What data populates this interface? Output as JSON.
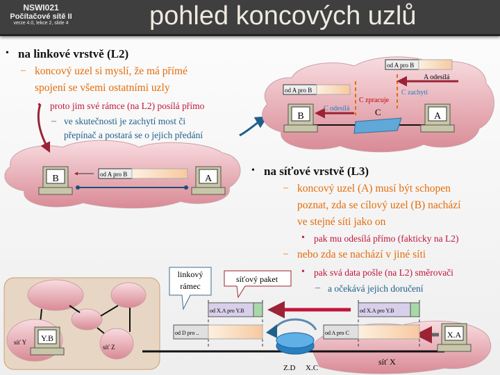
{
  "header": {
    "course": "NSWI021",
    "subject": "Počítačové sítě II",
    "version": "verze 4.0, lekce 2, slide 4",
    "title": "pohled koncových uzlů"
  },
  "left": {
    "l1": "na linkové vrstvě (L2)",
    "l2a": "koncový uzel si myslí, že má přímé",
    "l2b": "spojení se všemi ostatními uzly",
    "l3": "proto jim své rámce (na L2) posílá přímo",
    "l4a": "ve skutečnosti je zachytí most či",
    "l4b": "přepínač a postará se o jejich předání"
  },
  "right": {
    "l1": "na síťové vrstvě (L3)",
    "l2a": "koncový uzel (A) musí být schopen",
    "l2b": "poznat, zda se cílový uzel (B) nachází",
    "l2c": "ve stejné síti jako on",
    "l3a": "pak mu odesílá přímo (fakticky na L2)",
    "l2d": "nebo zda se nachází v jiné síti",
    "l3b": "pak svá data pošle (na L2) směrovači",
    "l4": "a očekává jejich doručení"
  },
  "diagram_l2_direct": {
    "node_b": "B",
    "node_a": "A",
    "frame": "od A pro B"
  },
  "diagram_switch": {
    "frame_top": "od A pro B",
    "frame_left": "od A pro B",
    "a_sends": "A odesílá",
    "c_captures": "C zachytí",
    "c_processes": "C zpracuje",
    "c_sends": "C odesílá",
    "switch": "C",
    "node_b": "B",
    "node_a": "A"
  },
  "diagram_router": {
    "callout_frame": "linkový\nrámec",
    "callout_frame_1": "linkový",
    "callout_frame_2": "rámec",
    "callout_packet": "síťový paket",
    "packet_left": "od X.A pro Y.B",
    "packet_right": "od X.A pro Y.B",
    "frame_left": "od D pro ..",
    "frame_right": "od A pro C",
    "node_xa": "X.A",
    "node_yb": "Y.B",
    "net_y": "síť Y",
    "net_z": "síť Z",
    "net_x": "síť X",
    "router_left": "Z.D",
    "router_right": "X.C"
  }
}
